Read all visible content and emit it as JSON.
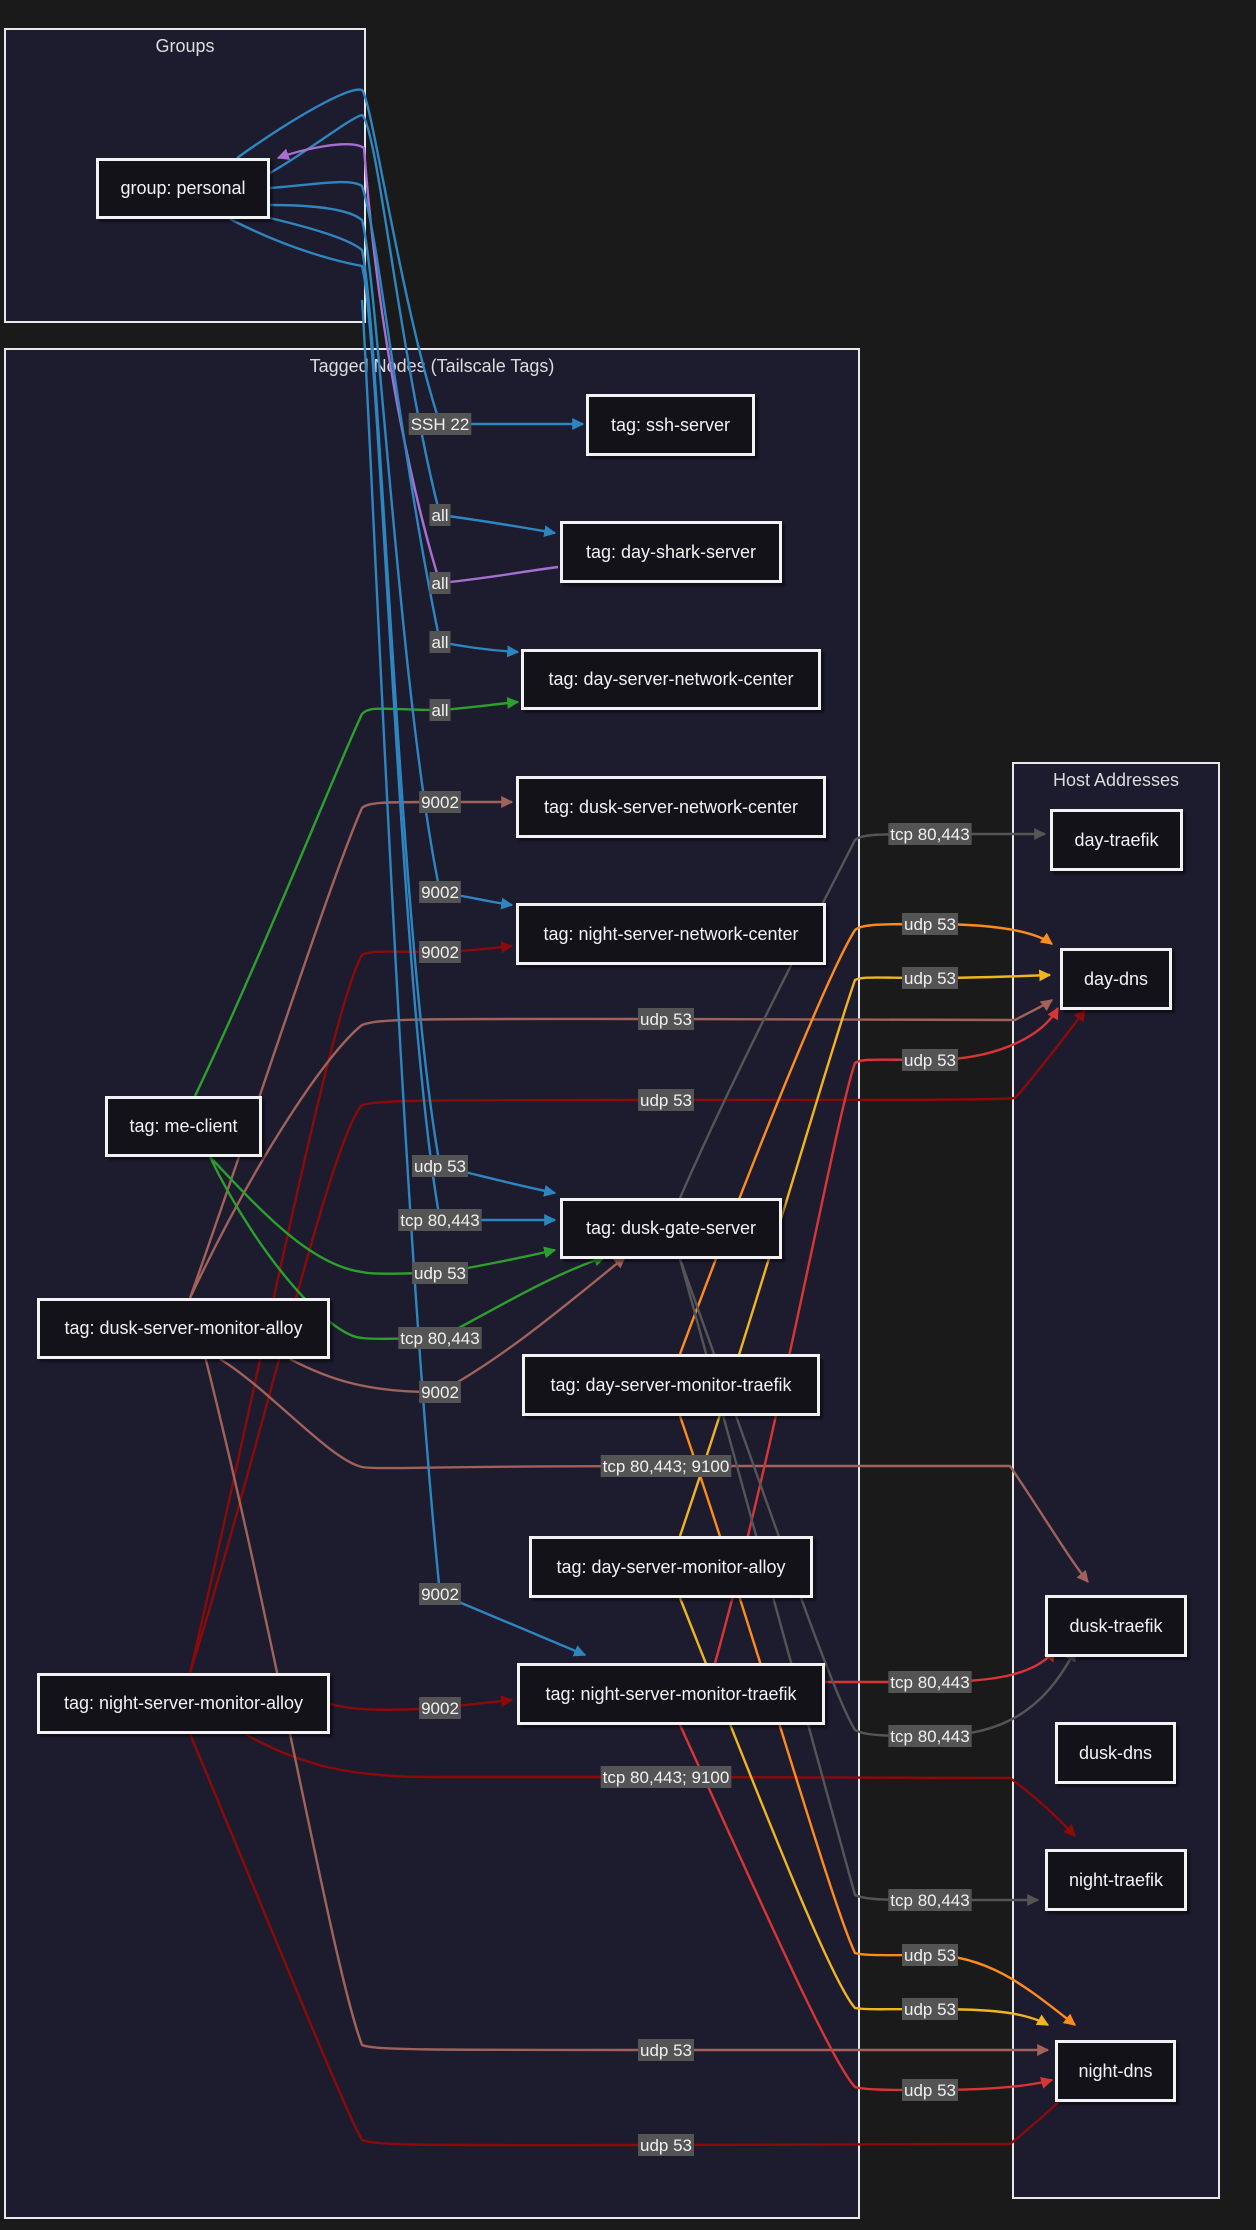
{
  "clusters": {
    "groups": "Groups",
    "tagged": "Tagged Nodes (Tailscale Tags)",
    "hosts": "Host Addresses"
  },
  "nodes": {
    "personal": "group: personal",
    "ssh": "tag: ssh-server",
    "dayshark": "tag: day-shark-server",
    "daync": "tag: day-server-network-center",
    "dusknc": "tag: dusk-server-network-center",
    "nightnc": "tag: night-server-network-center",
    "meclient": "tag: me-client",
    "duskgate": "tag: dusk-gate-server",
    "duskalloy": "tag: dusk-server-monitor-alloy",
    "daytraefik": "tag: day-server-monitor-traefik",
    "dayalloy": "tag: day-server-monitor-alloy",
    "nighttraefik": "tag: night-server-monitor-traefik",
    "nightalloy": "tag: night-server-monitor-alloy",
    "h_daytraefik": "day-traefik",
    "h_daydns": "day-dns",
    "h_dusktraefik": "dusk-traefik",
    "h_duskdns": "dusk-dns",
    "h_nighttraefik": "night-traefik",
    "h_nightdns": "night-dns"
  },
  "edges": [
    {
      "from": "personal",
      "to": "ssh",
      "label": "SSH 22",
      "color": "#2e86c1"
    },
    {
      "from": "personal",
      "to": "dayshark",
      "label": "all",
      "color": "#2e86c1"
    },
    {
      "from": "dayshark",
      "to": "personal",
      "label": "all",
      "color": "#a66fd1"
    },
    {
      "from": "personal",
      "to": "daync",
      "label": "all",
      "color": "#2e86c1"
    },
    {
      "from": "meclient",
      "to": "daync",
      "label": "all",
      "color": "#2ca02c"
    },
    {
      "from": "duskalloy",
      "to": "dusknc",
      "label": "9002",
      "color": "#a0625a"
    },
    {
      "from": "personal",
      "to": "nightnc",
      "label": "9002",
      "color": "#2e86c1"
    },
    {
      "from": "nightalloy",
      "to": "nightnc",
      "label": "9002",
      "color": "#8b0a0a"
    },
    {
      "from": "duskalloy",
      "to": "h_daydns",
      "label": "udp 53",
      "color": "#a0625a"
    },
    {
      "from": "nightalloy",
      "to": "h_daydns",
      "label": "udp 53",
      "color": "#8b0a0a"
    },
    {
      "from": "personal",
      "to": "duskgate",
      "label": "udp 53",
      "color": "#2e86c1"
    },
    {
      "from": "personal",
      "to": "duskgate",
      "label": "tcp 80,443",
      "color": "#2e86c1"
    },
    {
      "from": "meclient",
      "to": "duskgate",
      "label": "udp 53",
      "color": "#2ca02c"
    },
    {
      "from": "meclient",
      "to": "duskgate",
      "label": "tcp 80,443",
      "color": "#2ca02c"
    },
    {
      "from": "duskalloy",
      "to": "duskgate",
      "label": "9002",
      "color": "#a0625a"
    },
    {
      "from": "duskalloy",
      "to": "h_dusktraefik",
      "label": "tcp 80,443; 9100",
      "color": "#a0625a"
    },
    {
      "from": "personal",
      "to": "nighttraefik",
      "label": "9002",
      "color": "#2e86c1"
    },
    {
      "from": "nightalloy",
      "to": "nighttraefik",
      "label": "9002",
      "color": "#8b0a0a"
    },
    {
      "from": "nightalloy",
      "to": "h_nighttraefik",
      "label": "tcp 80,443; 9100",
      "color": "#8b0a0a"
    },
    {
      "from": "duskalloy",
      "to": "h_nightdns",
      "label": "udp 53",
      "color": "#a0625a"
    },
    {
      "from": "nightalloy",
      "to": "h_nightdns",
      "label": "udp 53",
      "color": "#8b0a0a"
    },
    {
      "from": "duskgate",
      "to": "h_daytraefik",
      "label": "tcp 80,443",
      "color": "#555555"
    },
    {
      "from": "daytraefik",
      "to": "h_daydns",
      "label": "udp 53",
      "color": "#ff8c1a"
    },
    {
      "from": "dayalloy",
      "to": "h_daydns",
      "label": "udp 53",
      "color": "#f0b41e"
    },
    {
      "from": "nighttraefik",
      "to": "h_daydns",
      "label": "udp 53",
      "color": "#d93535"
    },
    {
      "from": "nighttraefik",
      "to": "h_dusktraefik",
      "label": "tcp 80,443",
      "color": "#d93535"
    },
    {
      "from": "duskgate",
      "to": "h_dusktraefik",
      "label": "tcp 80,443",
      "color": "#555555"
    },
    {
      "from": "duskgate",
      "to": "h_nighttraefik",
      "label": "tcp 80,443",
      "color": "#555555"
    },
    {
      "from": "daytraefik",
      "to": "h_nightdns",
      "label": "udp 53",
      "color": "#ff8c1a"
    },
    {
      "from": "dayalloy",
      "to": "h_nightdns",
      "label": "udp 53",
      "color": "#f0b41e"
    },
    {
      "from": "nighttraefik",
      "to": "h_nightdns",
      "label": "udp 53",
      "color": "#d93535"
    }
  ]
}
